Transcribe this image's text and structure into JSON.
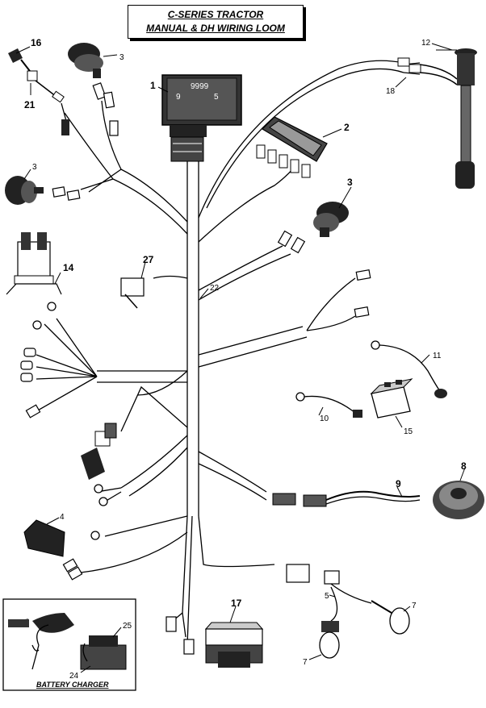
{
  "title": {
    "line1": "C-SERIES TRACTOR",
    "line2": "MANUAL & DH WIRING LOOM"
  },
  "callouts": [
    {
      "id": "16",
      "text": "16"
    },
    {
      "id": "3a",
      "text": "3"
    },
    {
      "id": "1",
      "text": "1"
    },
    {
      "id": "21",
      "text": "21"
    },
    {
      "id": "12",
      "text": "12"
    },
    {
      "id": "18",
      "text": "18"
    },
    {
      "id": "2",
      "text": "2"
    },
    {
      "id": "3b",
      "text": "3"
    },
    {
      "id": "3c",
      "text": "3"
    },
    {
      "id": "14",
      "text": "14"
    },
    {
      "id": "27",
      "text": "27"
    },
    {
      "id": "22",
      "text": "22"
    },
    {
      "id": "11",
      "text": "11"
    },
    {
      "id": "10",
      "text": "10"
    },
    {
      "id": "15",
      "text": "15"
    },
    {
      "id": "8",
      "text": "8"
    },
    {
      "id": "9",
      "text": "9"
    },
    {
      "id": "4",
      "text": "4"
    },
    {
      "id": "17",
      "text": "17"
    },
    {
      "id": "5",
      "text": "5"
    },
    {
      "id": "7a",
      "text": "7"
    },
    {
      "id": "7b",
      "text": "7"
    },
    {
      "id": "25",
      "text": "25"
    },
    {
      "id": "24",
      "text": "24"
    }
  ],
  "hour_meter": {
    "digits": "9999",
    "left_digit": "9",
    "right_digit": "5"
  },
  "battery_charger": {
    "label": "BATTERY CHARGER"
  }
}
